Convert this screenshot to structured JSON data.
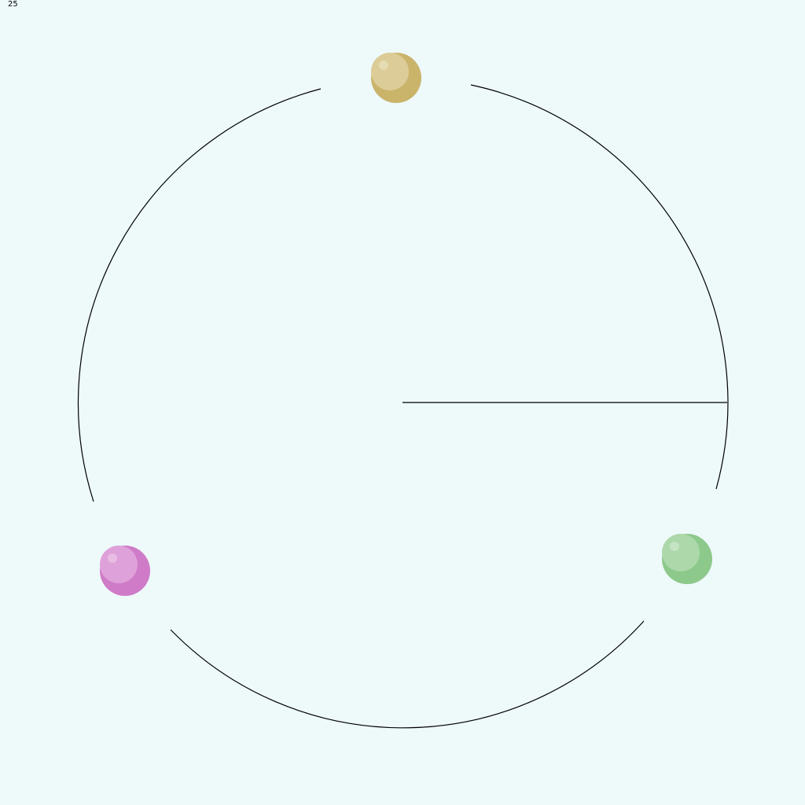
{
  "game": {
    "score": "25",
    "ring": {
      "stroke_color": "#000000",
      "gaps": [
        "top",
        "lower-left",
        "lower-right"
      ]
    },
    "pointer": {
      "direction": "right",
      "color": "#000000"
    },
    "balls": [
      {
        "name": "gold-ball",
        "position": "top",
        "base_color": "#c9b46a",
        "light_color": "#dccc97"
      },
      {
        "name": "pink-ball",
        "position": "lower-left",
        "base_color": "#cf7bc8",
        "light_color": "#dfa1d9"
      },
      {
        "name": "green-ball",
        "position": "lower-right",
        "base_color": "#8dc98a",
        "light_color": "#acd8aa"
      }
    ],
    "background_color": "#eef9fa"
  }
}
